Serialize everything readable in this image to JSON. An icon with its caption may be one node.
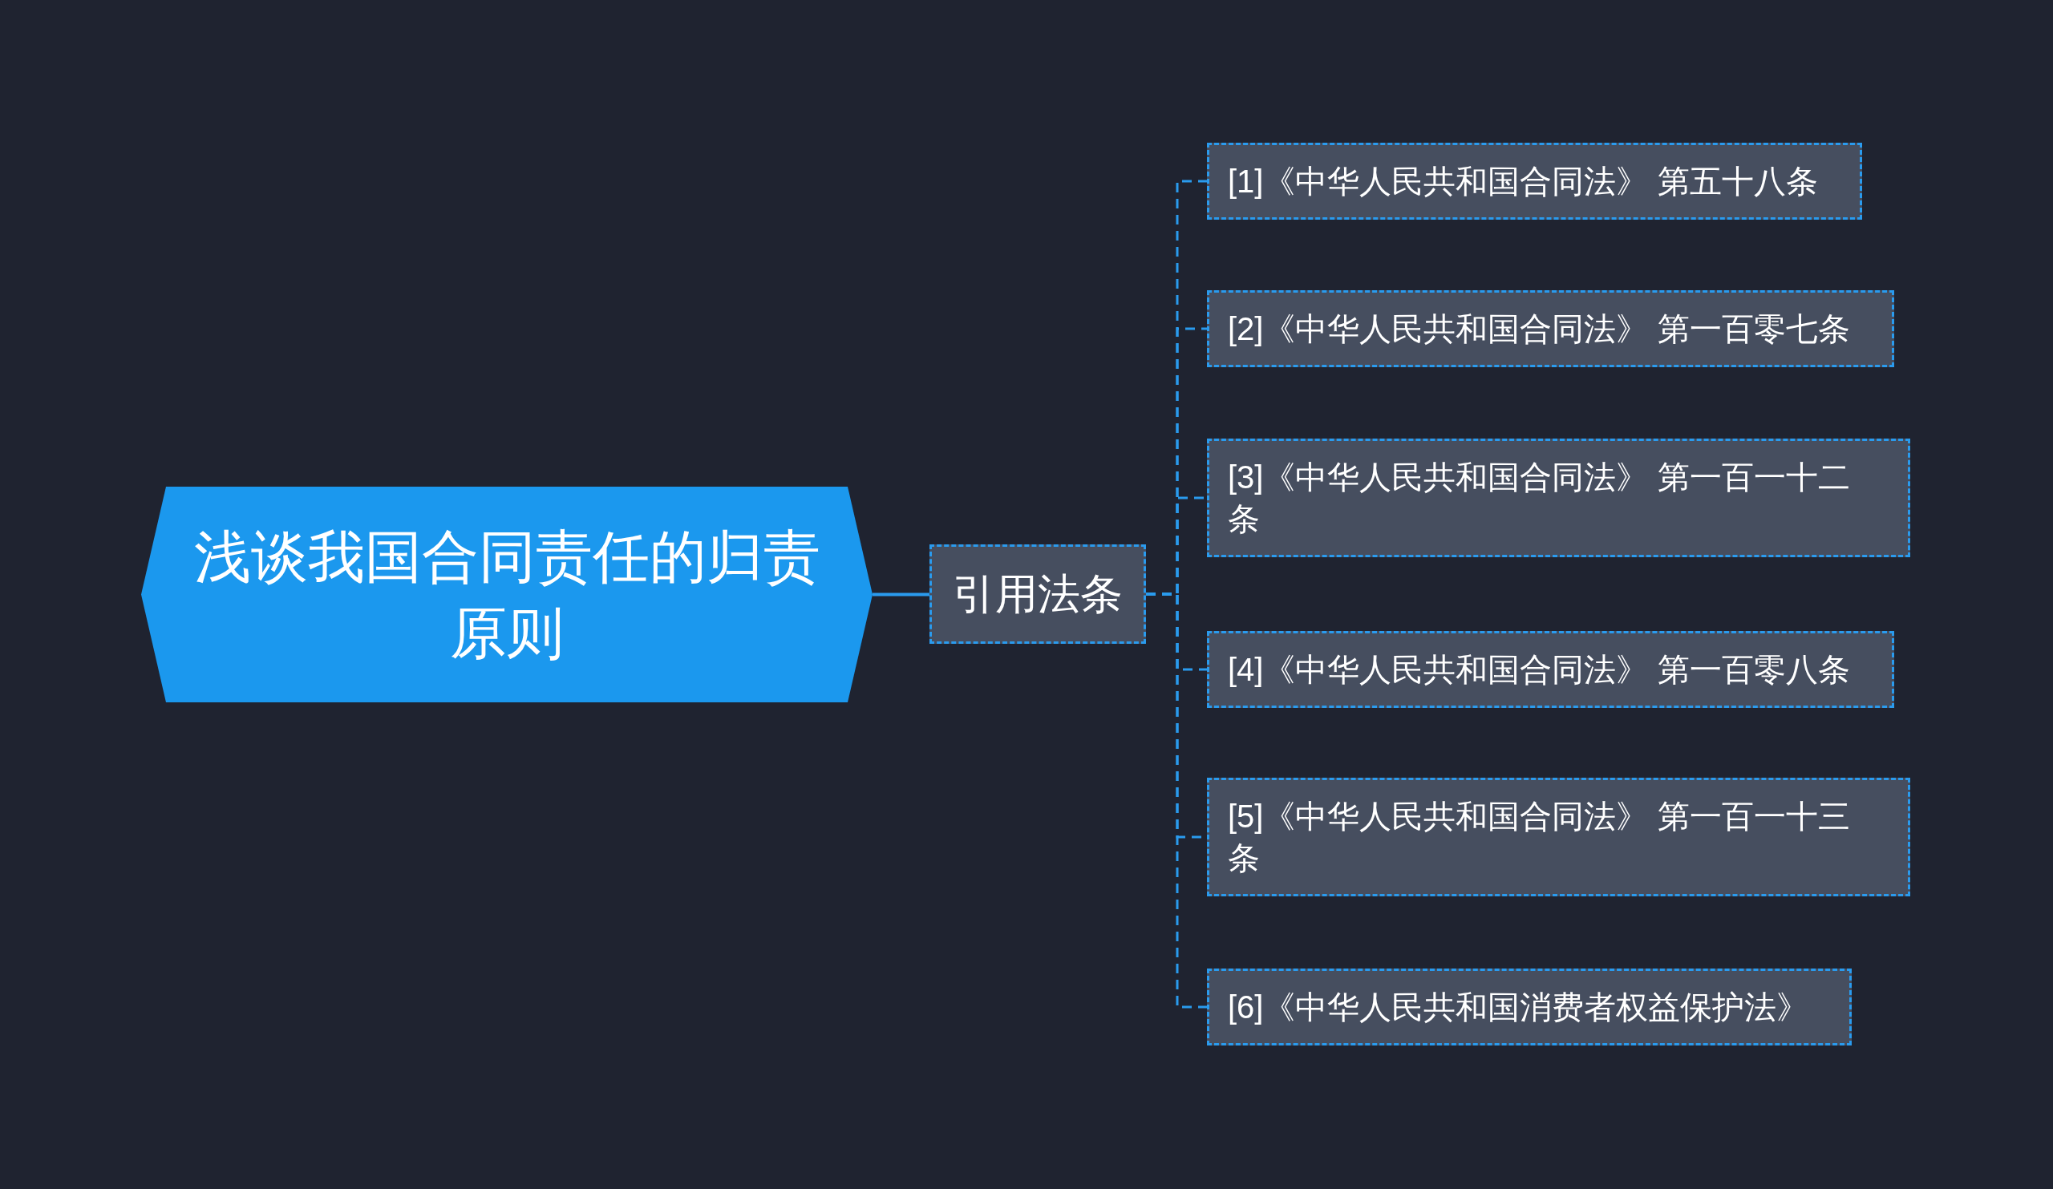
{
  "diagram": {
    "nodes": [
      {
        "text": [
          "浅谈我国合同责任的归责原则"
        ]
      },
      {
        "text": [
          "引用法条"
        ]
      },
      {
        "text": [
          "[1]《中华人民共和国合同法》 第五十八条"
        ]
      },
      {
        "text": [
          "[2]《中华人民共和国合同法》 第一百零七条"
        ]
      },
      {
        "text": [
          "[3]《中华人民共和国合同法》 第一百一十二条"
        ]
      },
      {
        "text": [
          "[4]《中华人民共和国合同法》 第一百零八条"
        ]
      },
      {
        "text": [
          "[5]《中华人民共和国合同法》 第一百一十三条"
        ]
      },
      {
        "text": [
          "[6]《中华人民共和国消费者权益保护法》"
        ]
      }
    ],
    "edges": [
      {
        "from": 0,
        "to": 1,
        "arrow": "none"
      },
      {
        "from": 1,
        "to": 2,
        "arrow": "none",
        "style": "dashed"
      },
      {
        "from": 1,
        "to": 3,
        "arrow": "none",
        "style": "dashed"
      },
      {
        "from": 1,
        "to": 4,
        "arrow": "none",
        "style": "dashed"
      },
      {
        "from": 1,
        "to": 5,
        "arrow": "none",
        "style": "dashed"
      },
      {
        "from": 1,
        "to": 6,
        "arrow": "none",
        "style": "dashed"
      },
      {
        "from": 1,
        "to": 7,
        "arrow": "none",
        "style": "dashed"
      }
    ]
  }
}
